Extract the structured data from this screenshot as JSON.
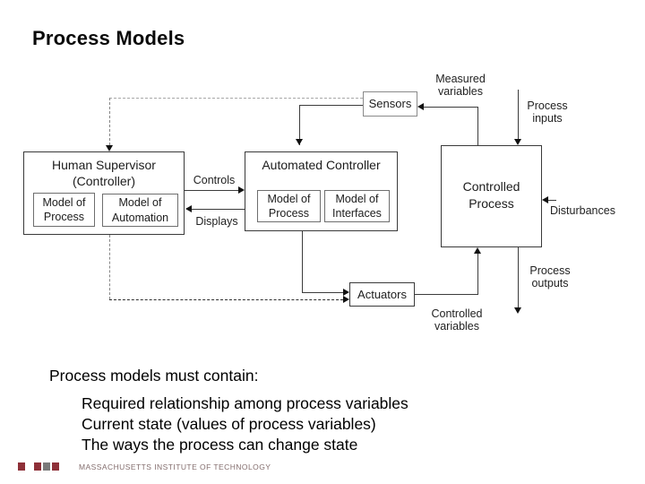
{
  "slide": {
    "title": "Process Models",
    "footer_text": "MASSACHUSETTS INSTITUTE OF TECHNOLOGY"
  },
  "diagram": {
    "boxes": {
      "human_supervisor": {
        "title": "Human Supervisor\n(Controller)",
        "model_of_process": "Model of\nProcess",
        "model_of_automation": "Model of\nAutomation"
      },
      "automated_controller": {
        "title": "Automated Controller",
        "model_of_process": "Model of\nProcess",
        "model_of_interfaces": "Model of\nInterfaces"
      },
      "controlled_process": "Controlled\nProcess",
      "sensors": "Sensors",
      "actuators": "Actuators"
    },
    "labels": {
      "measured_variables": "Measured\nvariables",
      "process_inputs": "Process\ninputs",
      "controls": "Controls",
      "displays": "Displays",
      "disturbances": "Disturbances",
      "process_outputs": "Process\noutputs",
      "controlled_variables": "Controlled\nvariables"
    }
  },
  "notes": {
    "heading": "Process models must contain:",
    "items": [
      "Required relationship among process variables",
      "Current state (values of process variables)",
      "The ways the process can change state"
    ]
  },
  "colors": {
    "accent_red": "#8e3038",
    "accent_gray": "#7a7a7a",
    "dashed_line": "#a8a8a8",
    "solid_line": "#3c3c3c"
  }
}
